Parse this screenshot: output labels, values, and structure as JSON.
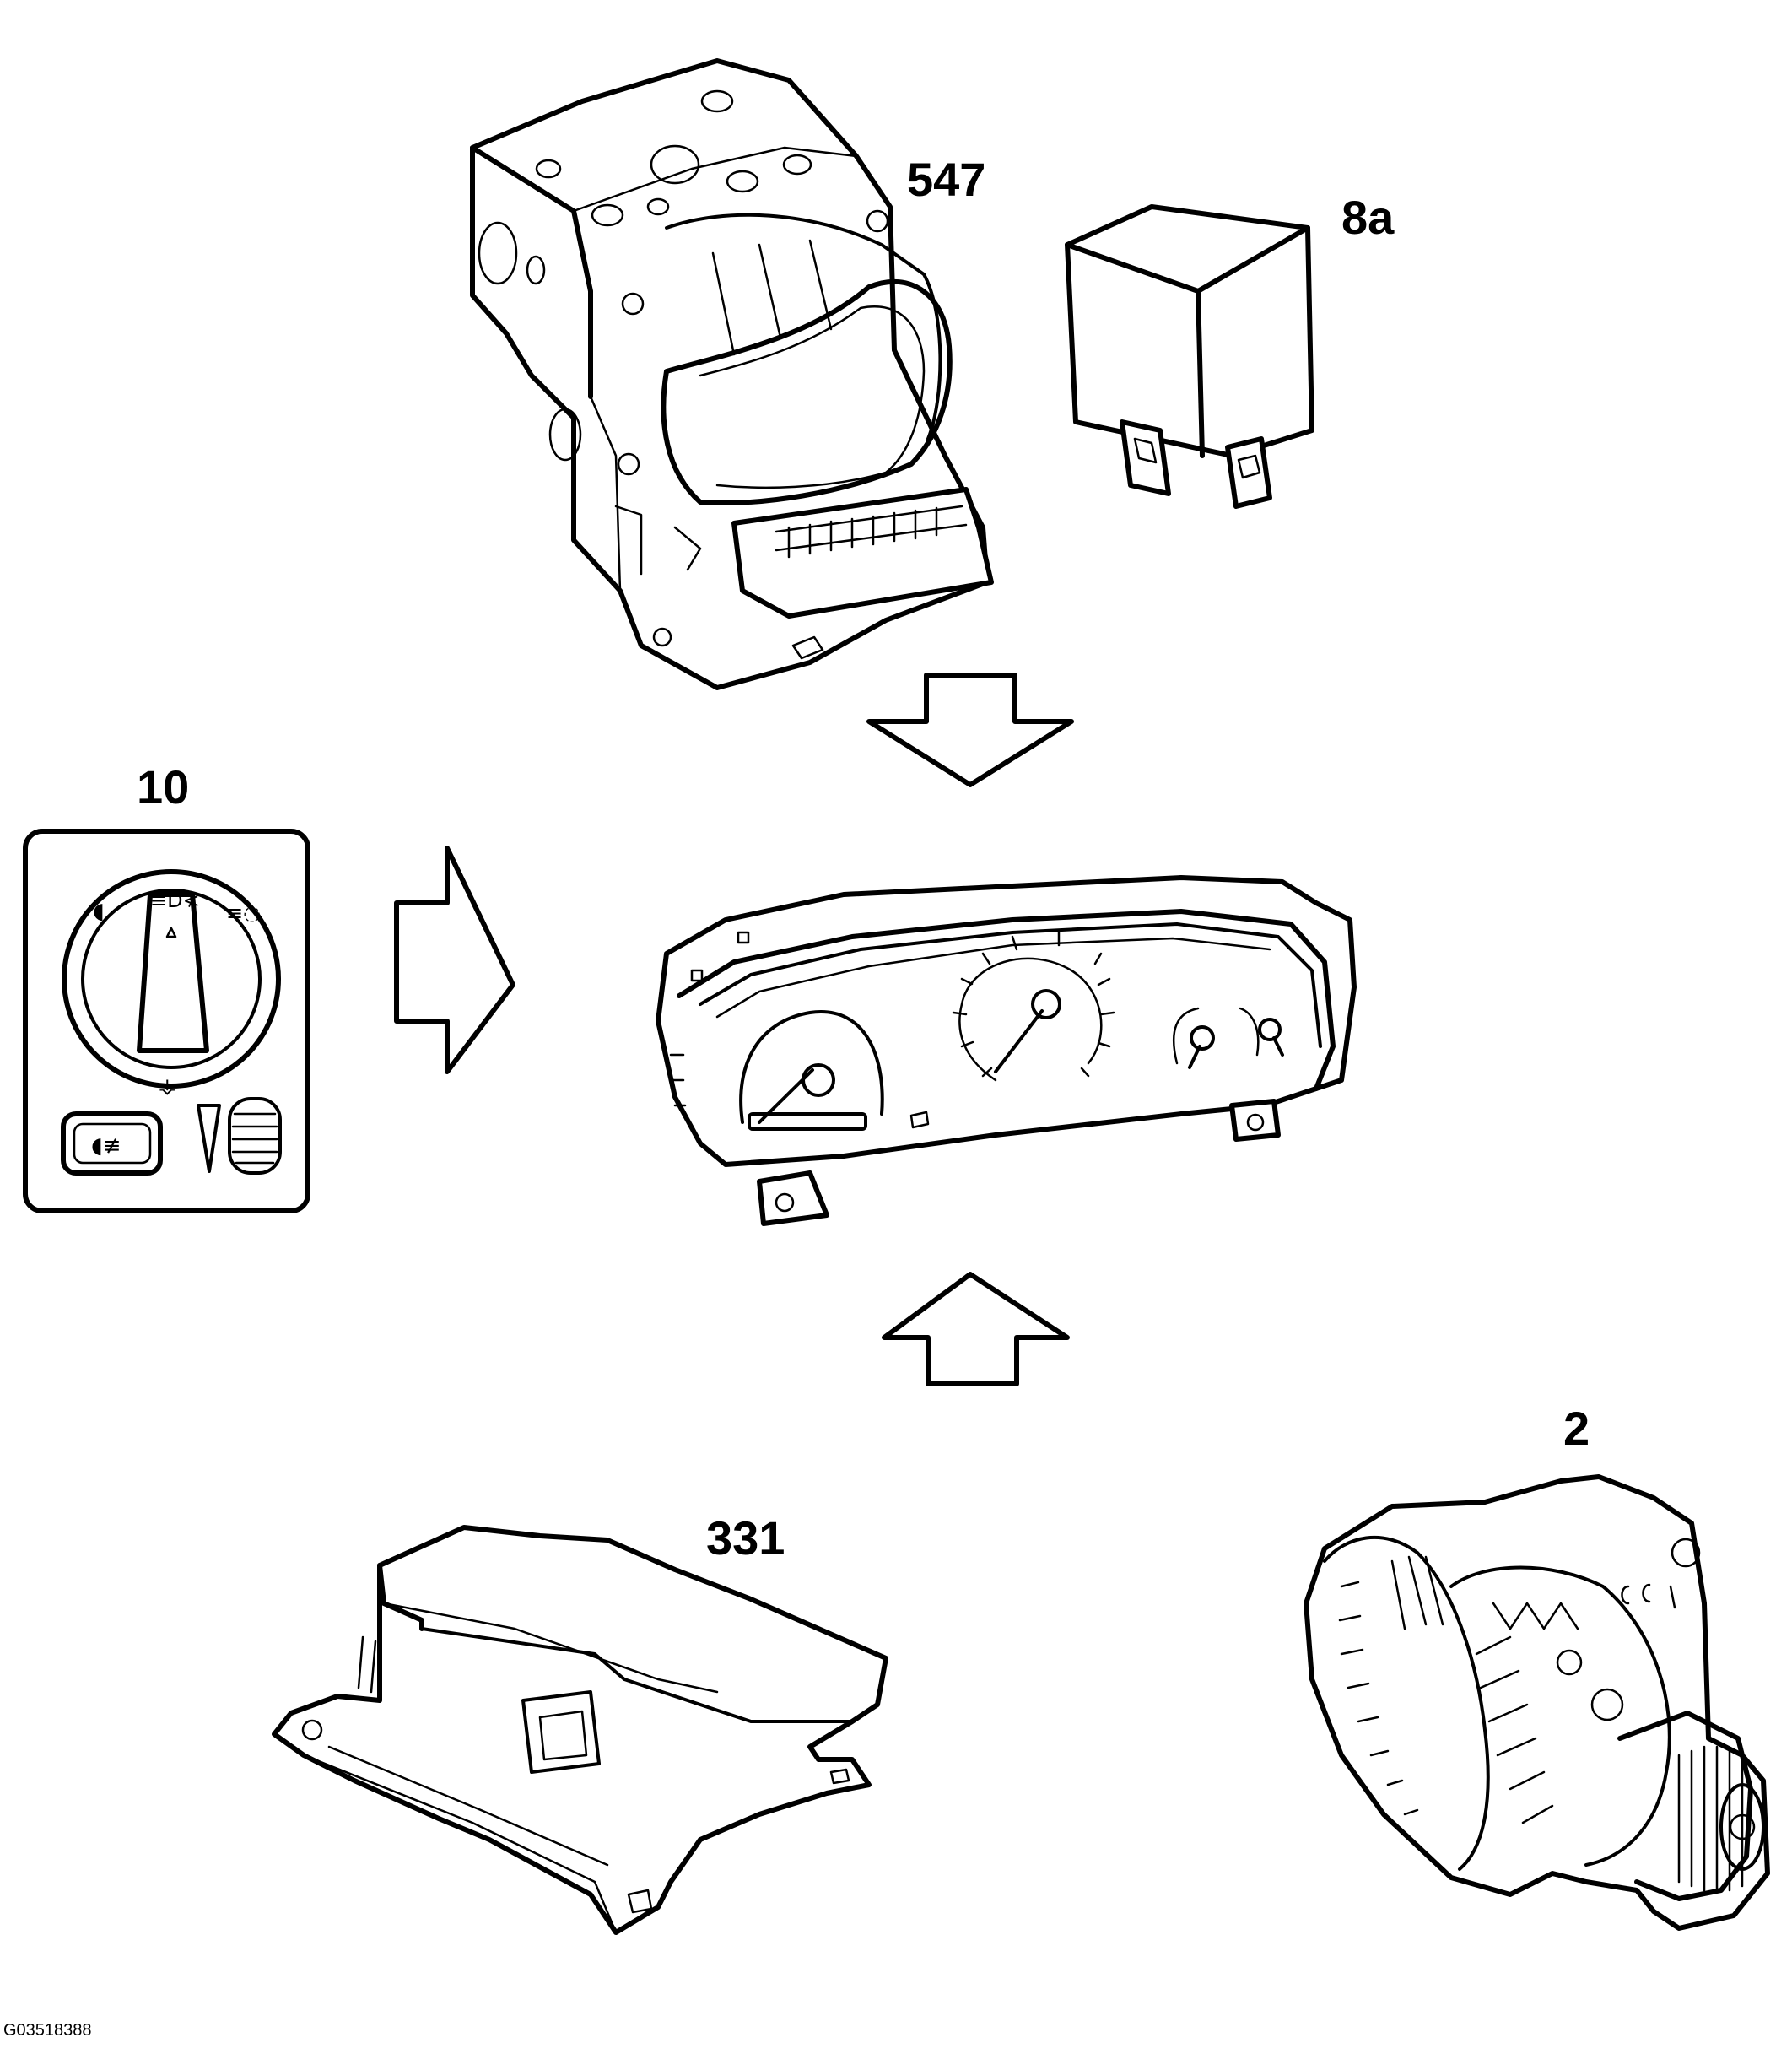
{
  "labels": {
    "abs_module": "547",
    "relay": "8a",
    "light_switch": "10",
    "alternator": "2",
    "airbag_module": "331"
  },
  "figure_id": "G03518388"
}
